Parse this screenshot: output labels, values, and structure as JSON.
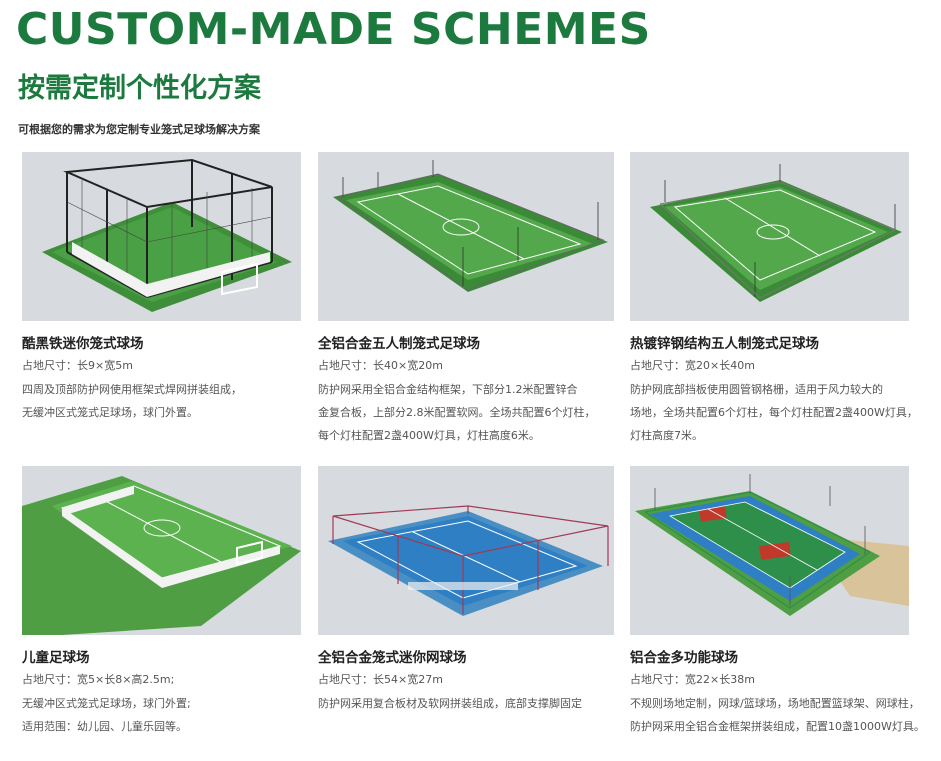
{
  "header": {
    "title_en": "CUSTOM-MADE SCHEMES",
    "title_cn": "按需定制个性化方案",
    "intro": "可根据您的需求为您定制专业笼式足球场解决方案"
  },
  "colors": {
    "brand_green": "#1d7a3f",
    "image_background": "#d7dbdf"
  },
  "cards": [
    {
      "name": "酷黑铁迷你笼式球场",
      "size": "占地尺寸：长9×宽5m",
      "desc": [
        "四周及顶部防护网使用框架式焊网拼装组成，",
        "无缓冲区式笼式足球场，球门外置。"
      ]
    },
    {
      "name": "全铝合金五人制笼式足球场",
      "size": "占地尺寸：长40×宽20m",
      "desc": [
        "防护网采用全铝合金结构框架，下部分1.2米配置锌合",
        "金复合板，上部分2.8米配置软网。全场共配置6个灯柱，",
        "每个灯柱配置2盏400W灯具，灯柱高度6米。"
      ]
    },
    {
      "name": "热镀锌钢结构五人制笼式足球场",
      "size": "占地尺寸：宽20×长40m",
      "desc": [
        "防护网底部挡板使用圆管钢格栅，适用于风力较大的",
        "场地，全场共配置6个灯柱，每个灯柱配置2盏400W灯具，",
        "灯柱高度7米。"
      ]
    },
    {
      "name": "儿童足球场",
      "size": "占地尺寸：宽5×长8×高2.5m;",
      "desc": [
        "无缓冲区式笼式足球场，球门外置;",
        "适用范围：幼儿园、儿童乐园等。"
      ]
    },
    {
      "name": "全铝合金笼式迷你网球场",
      "size": "占地尺寸：长54×宽27m",
      "desc": [
        "防护网采用复合板材及软网拼装组成，底部支撑脚固定"
      ]
    },
    {
      "name": "铝合金多功能球场",
      "size": "占地尺寸：宽22×长38m",
      "desc": [
        "不规则场地定制，网球/篮球场，场地配置篮球架、网球柱，",
        "防护网采用全铝合金框架拼装组成，配置10盏1000W灯具。"
      ]
    }
  ]
}
